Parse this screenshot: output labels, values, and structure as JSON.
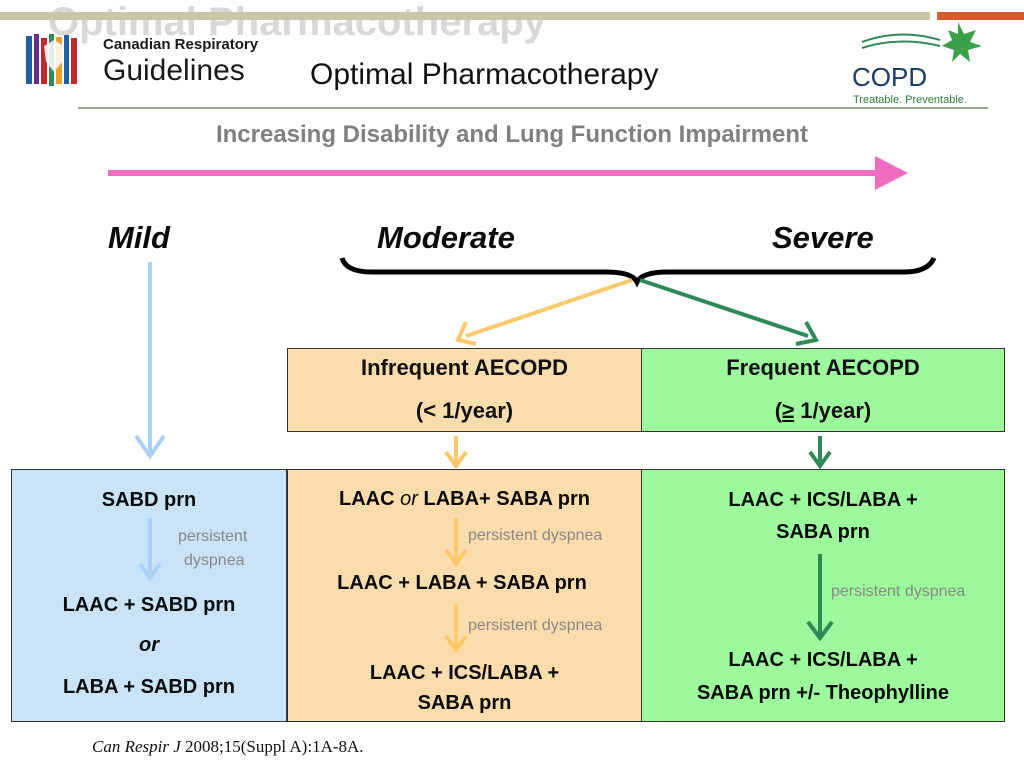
{
  "header": {
    "background_title": "Optimal Pharmacotherapy",
    "org_line1": "Canadian Respiratory",
    "org_line2": "Guidelines",
    "title": "Optimal Pharmacotherapy",
    "copd_logo": "COPD",
    "copd_tagline": "Treatable. Preventable.",
    "icons": [
      "crg-logo-icon",
      "copd-leaf-logo-icon"
    ]
  },
  "axis": {
    "label": "Increasing Disability and Lung Function Impairment",
    "arrow_color": "#f06cc0"
  },
  "severity": {
    "mild": "Mild",
    "moderate": "Moderate",
    "severe": "Severe"
  },
  "exacerbations": {
    "infrequent": {
      "title": "Infrequent AECOPD",
      "rate": "(< 1/year)",
      "color": "#fbdcad"
    },
    "frequent": {
      "title": "Frequent AECOPD",
      "rate_symbol": "≥",
      "rate_prefix": "(",
      "rate_suffix": " 1/year)",
      "color": "#9cfa9c"
    }
  },
  "columns": {
    "mild": {
      "color": "#c9e3f9",
      "step1": "SABD prn",
      "transition_line1": "persistent",
      "transition_line2": "dyspnea",
      "option1": "LAAC + SABD prn",
      "or": "or",
      "option2": "LABA + SABD prn"
    },
    "infrequent": {
      "step1_part1": "LAAC ",
      "step1_or": "or",
      "step1_part2": " LABA+ SABA prn",
      "transition1": "persistent dyspnea",
      "step2": "LAAC + LABA +  SABA prn",
      "transition2": "persistent dyspnea",
      "step3_line1": "LAAC + ICS/LABA +",
      "step3_line2": "SABA prn"
    },
    "frequent": {
      "step1_line1": "LAAC + ICS/LABA +",
      "step1_line2": "SABA prn",
      "transition": "persistent dyspnea",
      "step2_line1": "LAAC + ICS/LABA +",
      "step2_line2": "SABA prn +/- Theophylline"
    }
  },
  "arrow_colors": {
    "mild": "#a9d1f7",
    "infrequent": "#fcc86a",
    "frequent": "#2e8b57"
  },
  "citation": {
    "journal": "Can Respir J",
    "details": " 2008;15(Suppl A):1A-8A."
  }
}
